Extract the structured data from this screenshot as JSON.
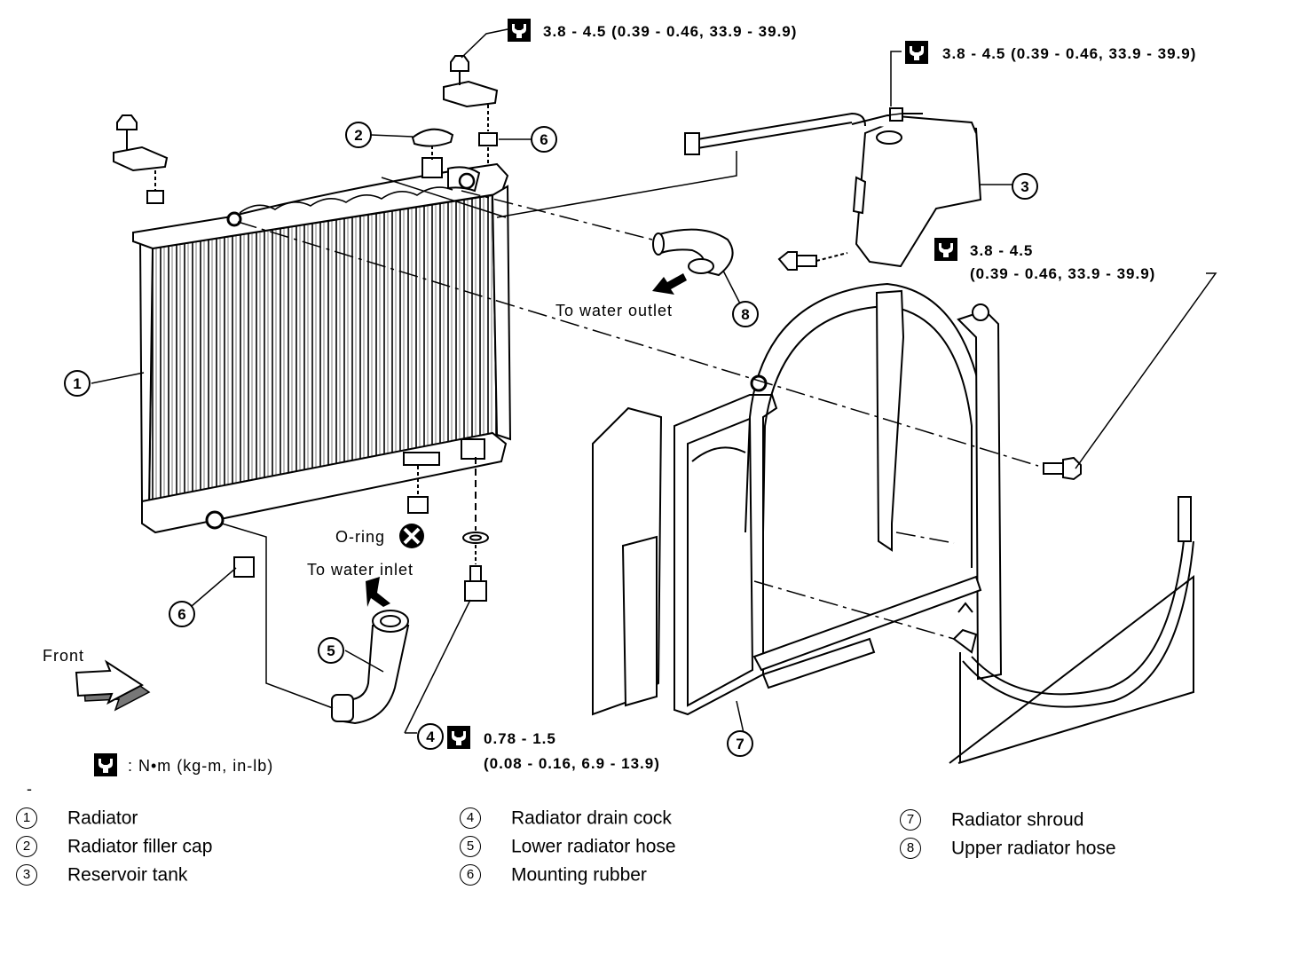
{
  "torque_specs": {
    "top_center": "3.8 - 4.5 (0.39 - 0.46, 33.9 - 39.9)",
    "top_right": "3.8 - 4.5 (0.39 - 0.46, 33.9 - 39.9)",
    "right_line1": "3.8 - 4.5",
    "right_line2": "(0.39 - 0.46, 33.9 - 39.9)",
    "drain_line1": "0.78 - 1.5",
    "drain_line2": "(0.08 - 0.16, 6.9 - 13.9)"
  },
  "labels": {
    "to_water_outlet": "To water outlet",
    "to_water_inlet": "To water inlet",
    "o_ring": "O-ring",
    "front": "Front",
    "unit_key": ": N•m (kg-m, in-lb)",
    "dash": "-"
  },
  "callouts": {
    "c1": "1",
    "c2": "2",
    "c3": "3",
    "c4": "4",
    "c5": "5",
    "c6a": "6",
    "c6b": "6",
    "c7": "7",
    "c8": "8"
  },
  "legend": [
    {
      "num": "1",
      "text": "Radiator"
    },
    {
      "num": "2",
      "text": "Radiator filler cap"
    },
    {
      "num": "3",
      "text": "Reservoir tank"
    },
    {
      "num": "4",
      "text": "Radiator drain cock"
    },
    {
      "num": "5",
      "text": "Lower radiator hose"
    },
    {
      "num": "6",
      "text": "Mounting rubber"
    },
    {
      "num": "7",
      "text": "Radiator shroud"
    },
    {
      "num": "8",
      "text": "Upper radiator hose"
    }
  ],
  "icons": [
    "torque-wrench-icon",
    "o-ring-replace-icon",
    "front-arrow-icon"
  ]
}
